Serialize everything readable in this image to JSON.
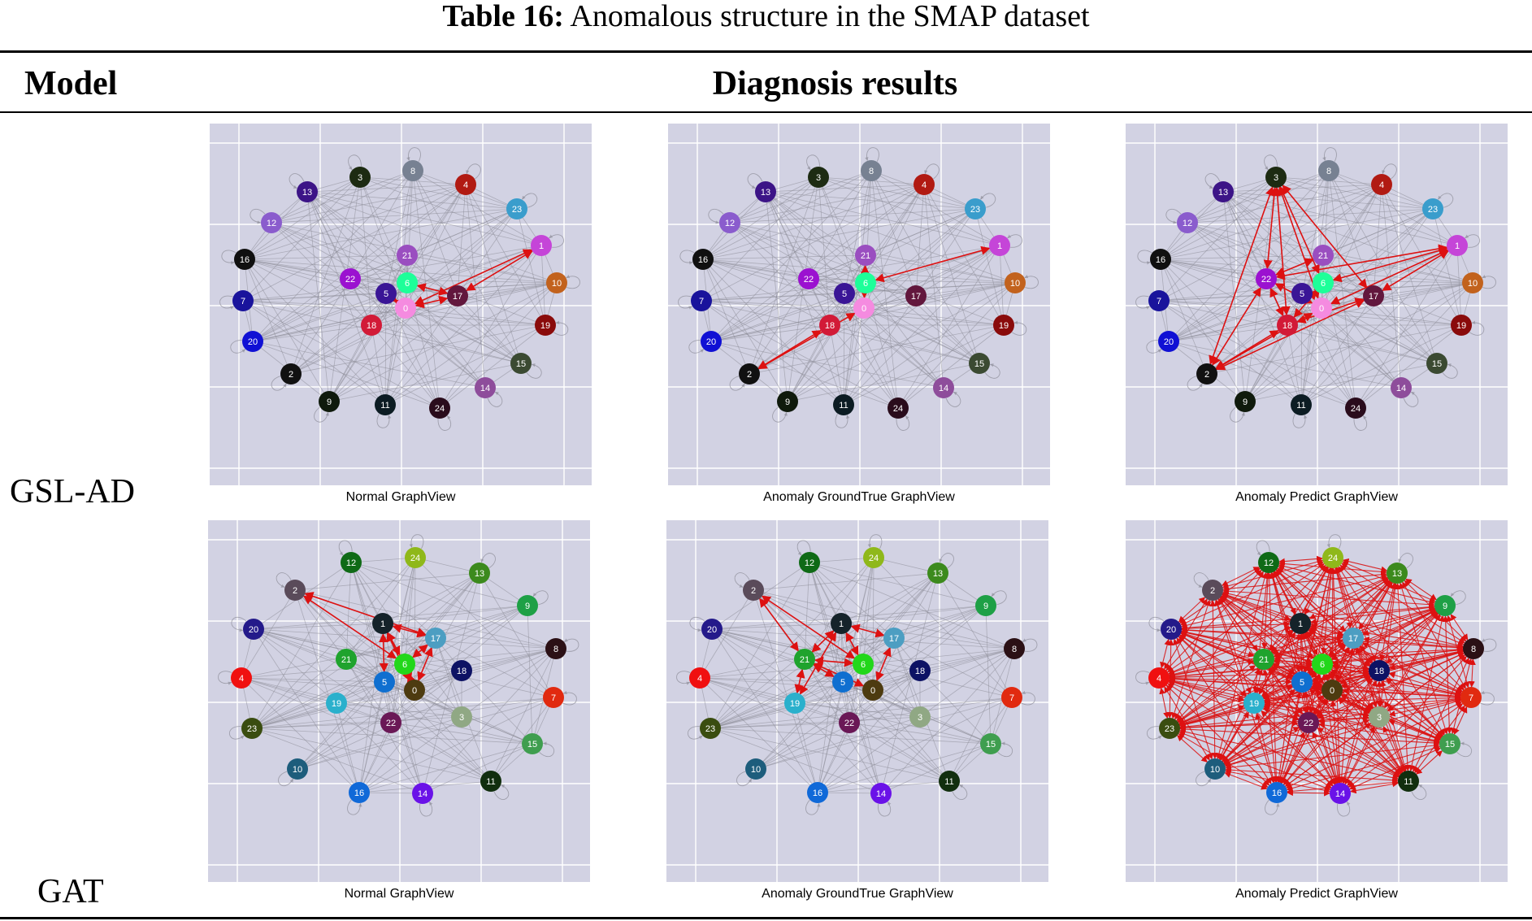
{
  "caption": {
    "number": "Table 16:",
    "text": "Anomalous structure in the SMAP dataset"
  },
  "headers": {
    "model": "Model",
    "results": "Diagnosis results"
  },
  "colors": {
    "background": "#d2d2e3",
    "grid": "#ffffff",
    "edge": "#8a8a96",
    "anomaly_edge": "#dd1111"
  },
  "rows": [
    {
      "model": "GSL-AD",
      "nodes": [
        {
          "id": "0",
          "color": "#f58be0"
        },
        {
          "id": "1",
          "color": "#c545d8"
        },
        {
          "id": "2",
          "color": "#111111"
        },
        {
          "id": "3",
          "color": "#1d2b12"
        },
        {
          "id": "4",
          "color": "#b11a12"
        },
        {
          "id": "5",
          "color": "#3a1596"
        },
        {
          "id": "6",
          "color": "#1dff99"
        },
        {
          "id": "7",
          "color": "#19139c"
        },
        {
          "id": "8",
          "color": "#778192"
        },
        {
          "id": "9",
          "color": "#0f1a0c"
        },
        {
          "id": "10",
          "color": "#c2621d"
        },
        {
          "id": "11",
          "color": "#0c1c23"
        },
        {
          "id": "12",
          "color": "#8a5ccd"
        },
        {
          "id": "13",
          "color": "#3c1487"
        },
        {
          "id": "14",
          "color": "#8e4d9b"
        },
        {
          "id": "15",
          "color": "#3b4a32"
        },
        {
          "id": "16",
          "color": "#101010"
        },
        {
          "id": "17",
          "color": "#62173d"
        },
        {
          "id": "18",
          "color": "#d21a37"
        },
        {
          "id": "19",
          "color": "#8a0b0b"
        },
        {
          "id": "20",
          "color": "#1010d4"
        },
        {
          "id": "21",
          "color": "#9a4ec0"
        },
        {
          "id": "22",
          "color": "#9b11d0"
        },
        {
          "id": "23",
          "color": "#3a9dcc"
        },
        {
          "id": "24",
          "color": "#2a0c1c"
        }
      ],
      "panels": [
        {
          "label": "Normal GraphView",
          "anomaly_edges": [
            [
              "1",
              "17"
            ],
            [
              "1",
              "0"
            ],
            [
              "0",
              "17"
            ],
            [
              "6",
              "17"
            ],
            [
              "5",
              "0"
            ]
          ]
        },
        {
          "label": "Anomaly GroundTrue GraphView",
          "anomaly_edges": [
            [
              "1",
              "6"
            ],
            [
              "0",
              "21"
            ],
            [
              "0",
              "2"
            ],
            [
              "18",
              "2"
            ]
          ]
        },
        {
          "label": "Anomaly Predict GraphView",
          "anomaly_edges": [
            [
              "3",
              "22"
            ],
            [
              "3",
              "18"
            ],
            [
              "3",
              "0"
            ],
            [
              "3",
              "6"
            ],
            [
              "3",
              "17"
            ],
            [
              "2",
              "22"
            ],
            [
              "2",
              "18"
            ],
            [
              "2",
              "0"
            ],
            [
              "2",
              "17"
            ],
            [
              "2",
              "3"
            ],
            [
              "1",
              "22"
            ],
            [
              "1",
              "6"
            ],
            [
              "1",
              "17"
            ],
            [
              "1",
              "0"
            ],
            [
              "0",
              "22"
            ],
            [
              "18",
              "22"
            ],
            [
              "21",
              "22"
            ],
            [
              "6",
              "18"
            ],
            [
              "17",
              "18"
            ]
          ]
        }
      ]
    },
    {
      "model": "GAT",
      "nodes": [
        {
          "id": "0",
          "color": "#4d3b10"
        },
        {
          "id": "1",
          "color": "#15232a"
        },
        {
          "id": "2",
          "color": "#5a4b5a"
        },
        {
          "id": "3",
          "color": "#90a884"
        },
        {
          "id": "4",
          "color": "#f01010"
        },
        {
          "id": "5",
          "color": "#0f6fd0"
        },
        {
          "id": "6",
          "color": "#22d71a"
        },
        {
          "id": "7",
          "color": "#e12a10"
        },
        {
          "id": "8",
          "color": "#2b1015"
        },
        {
          "id": "9",
          "color": "#1ea046"
        },
        {
          "id": "10",
          "color": "#1d5d7c"
        },
        {
          "id": "11",
          "color": "#112e0e"
        },
        {
          "id": "12",
          "color": "#0f6a16"
        },
        {
          "id": "13",
          "color": "#3c8a1d"
        },
        {
          "id": "14",
          "color": "#6a12e8"
        },
        {
          "id": "15",
          "color": "#3f9e4f"
        },
        {
          "id": "16",
          "color": "#1069d8"
        },
        {
          "id": "17",
          "color": "#4c9ec2"
        },
        {
          "id": "18",
          "color": "#0d1264"
        },
        {
          "id": "19",
          "color": "#2ab0cc"
        },
        {
          "id": "20",
          "color": "#241a8a"
        },
        {
          "id": "21",
          "color": "#1fa32d"
        },
        {
          "id": "22",
          "color": "#6a1856"
        },
        {
          "id": "23",
          "color": "#3a4d10"
        },
        {
          "id": "24",
          "color": "#8fb81a"
        }
      ],
      "panels": [
        {
          "label": "Normal GraphView",
          "anomaly_edges": [
            [
              "2",
              "17"
            ],
            [
              "2",
              "6"
            ],
            [
              "1",
              "17"
            ],
            [
              "1",
              "6"
            ],
            [
              "1",
              "5"
            ],
            [
              "0",
              "17"
            ],
            [
              "0",
              "6"
            ],
            [
              "6",
              "17"
            ],
            [
              "1",
              "0"
            ]
          ]
        },
        {
          "label": "Anomaly GroundTrue GraphView",
          "anomaly_edges": [
            [
              "2",
              "21"
            ],
            [
              "2",
              "6"
            ],
            [
              "1",
              "21"
            ],
            [
              "1",
              "19"
            ],
            [
              "1",
              "6"
            ],
            [
              "1",
              "17"
            ],
            [
              "21",
              "6"
            ],
            [
              "21",
              "19"
            ],
            [
              "0",
              "17"
            ],
            [
              "0",
              "21"
            ],
            [
              "5",
              "21"
            ]
          ]
        },
        {
          "label": "Anomaly Predict GraphView",
          "dense": true,
          "anomaly_edges": []
        }
      ]
    }
  ]
}
